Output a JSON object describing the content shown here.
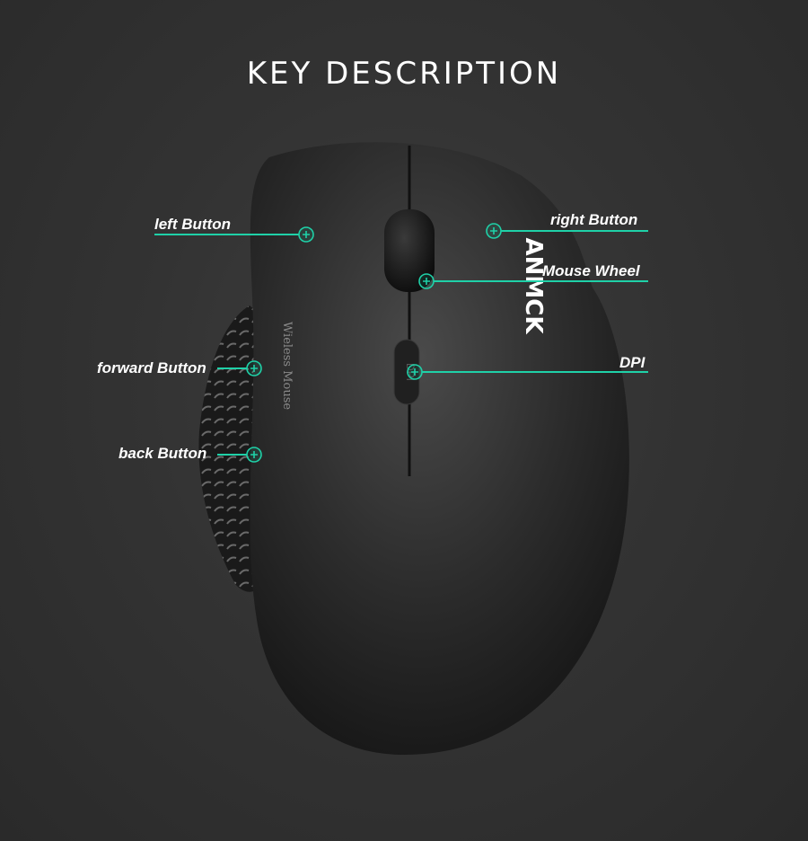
{
  "title": "KEY DESCRIPTION",
  "brand": "ANMCK",
  "side_text": "Wieless Mouse",
  "dpi_text": "DPI",
  "accent_color": "#1fd1a8",
  "labels": {
    "left_button": "left Button",
    "right_button": "right Button",
    "mouse_wheel": "Mouse Wheel",
    "forward_button": "forward Button",
    "dpi": "DPI",
    "back_button": "back Button"
  }
}
